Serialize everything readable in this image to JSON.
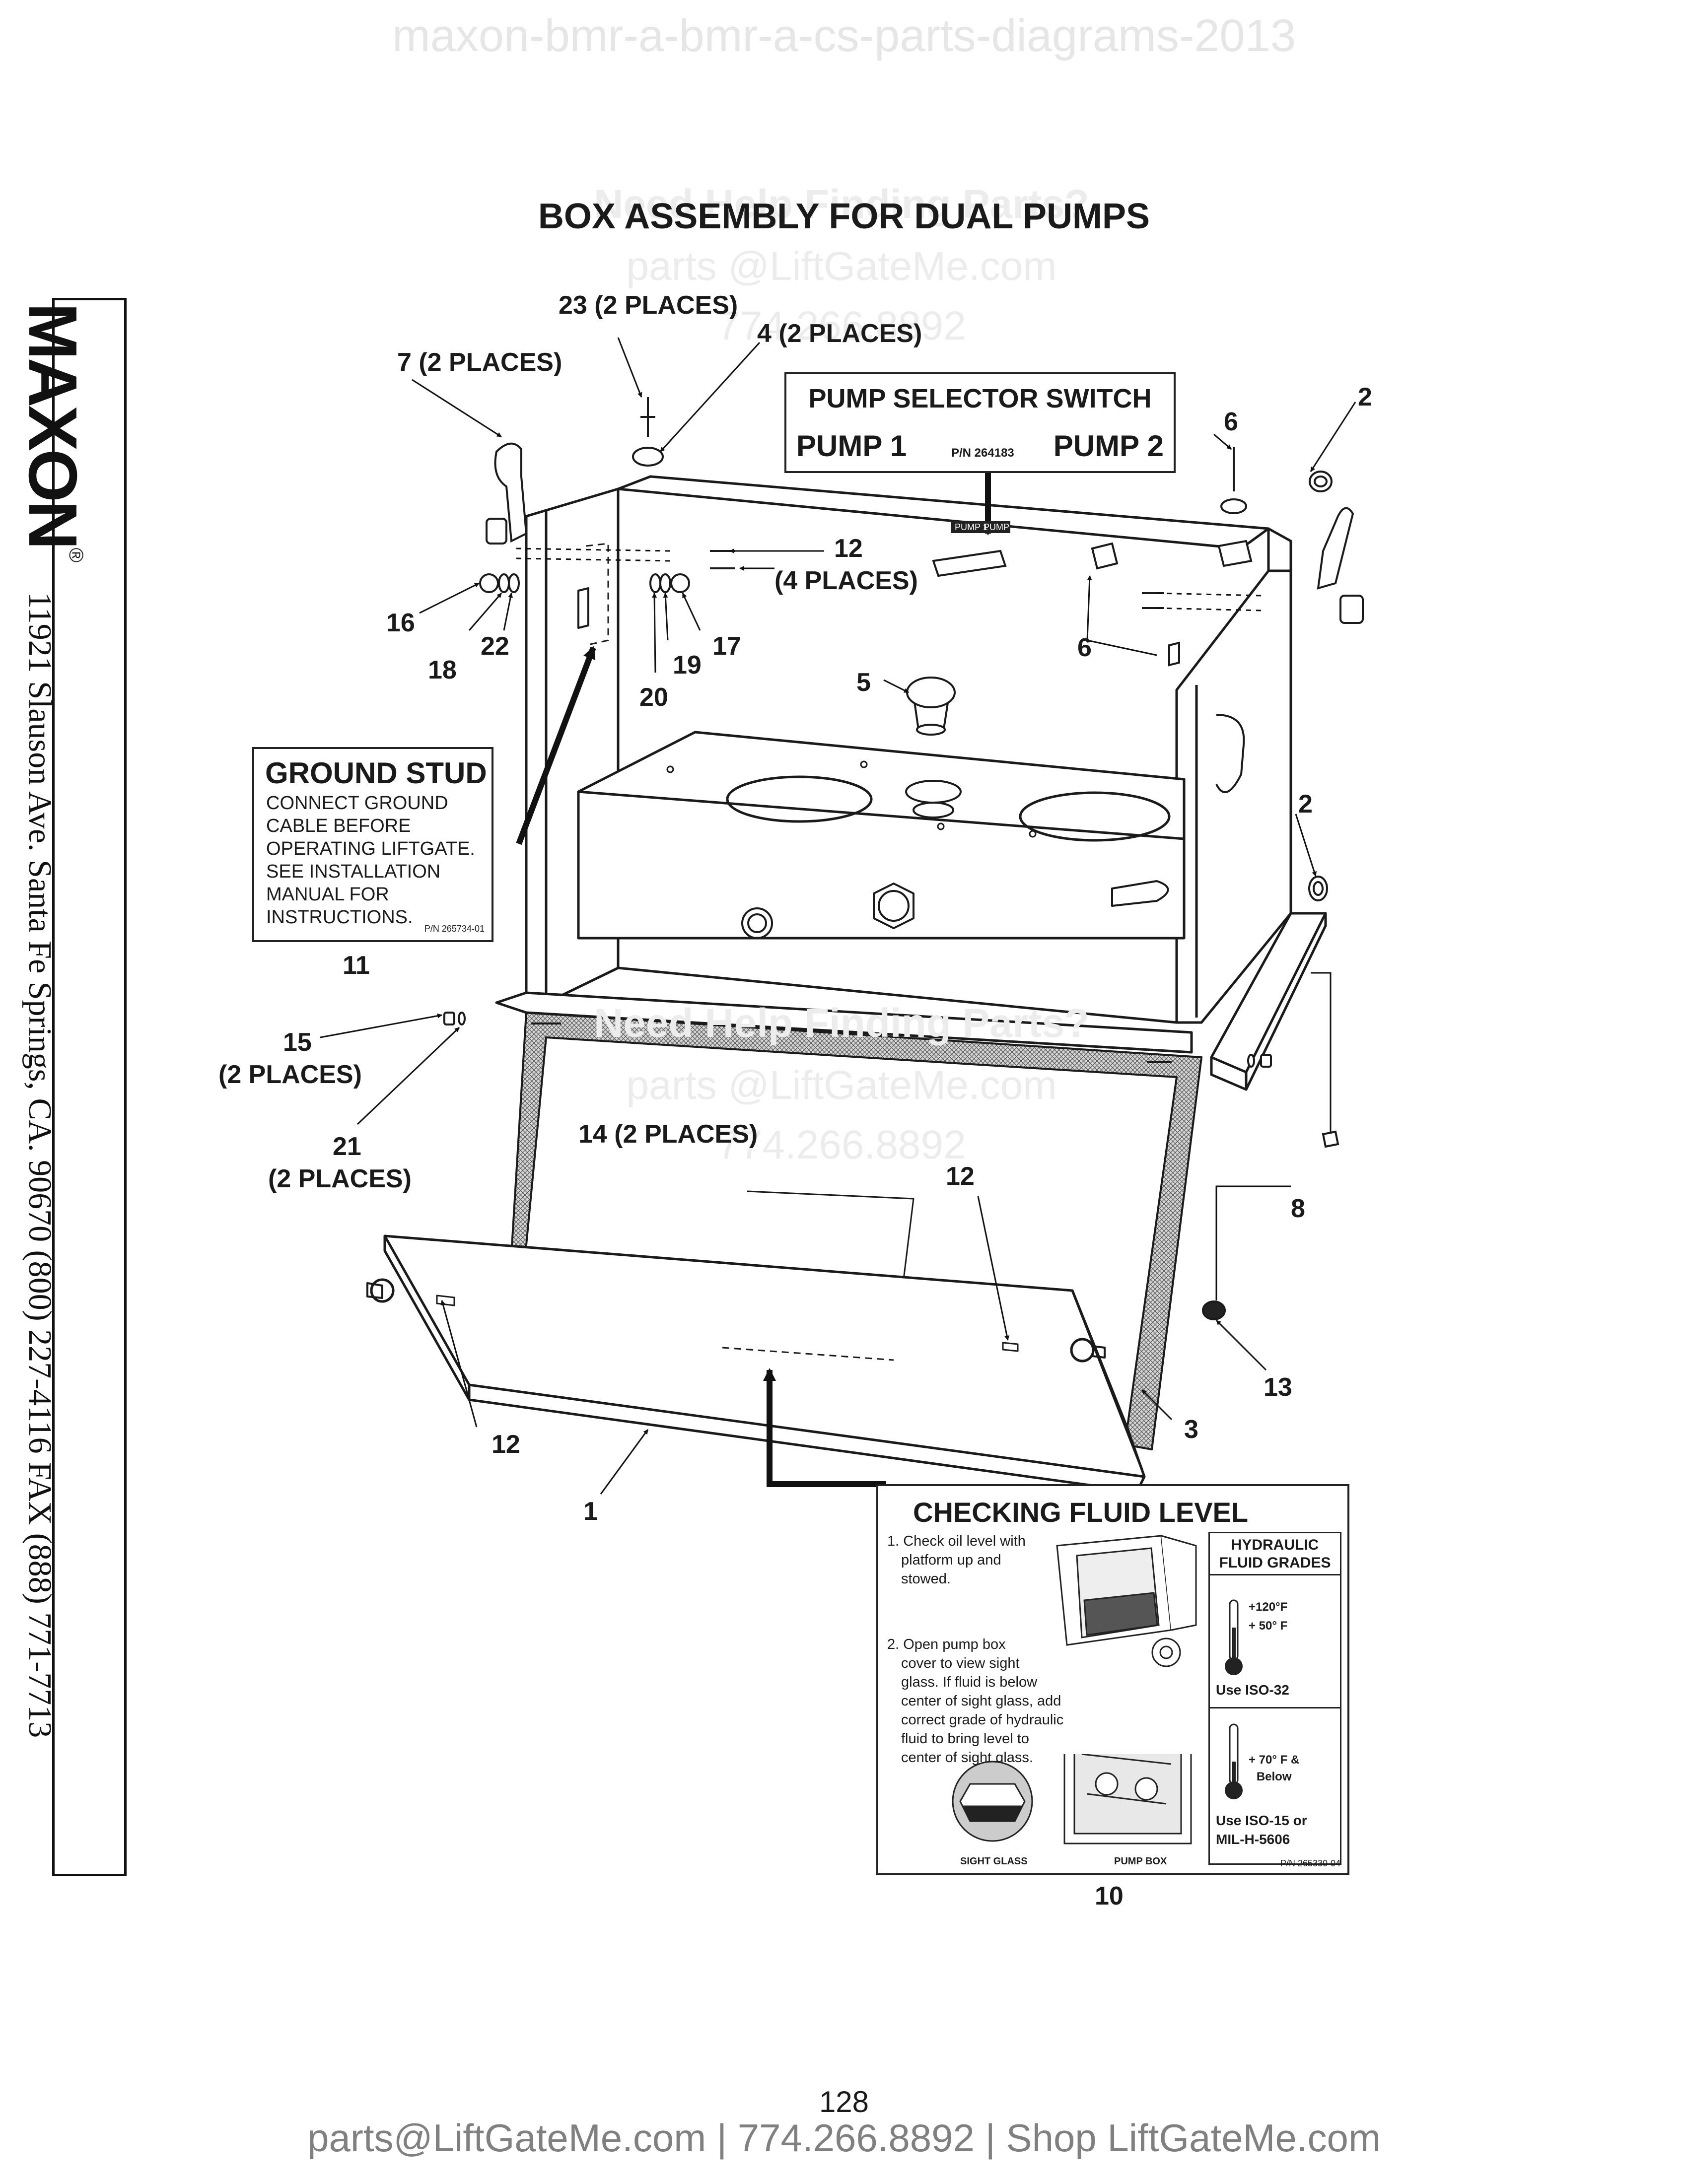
{
  "watermark_top": "maxon-bmr-a-bmr-a-cs-parts-diagrams-2013",
  "title": "BOX ASSEMBLY FOR DUAL PUMPS",
  "watermark_block": {
    "line1": "Need Help Finding Parts?",
    "line2": "parts @LiftGateMe.com",
    "line3": "774.266.8892"
  },
  "sidebar": {
    "logo": "MAXON",
    "registered": "®",
    "address": "11921 Slauson Ave.  Santa Fe Springs, CA.  90670  (800) 227-4116  FAX (888) 771-7713"
  },
  "pump_selector_label": {
    "title": "PUMP SELECTOR SWITCH",
    "pump1": "PUMP 1",
    "pump2": "PUMP 2",
    "part_number": "P/N 264183",
    "mini_pump1": "PUMP 1",
    "mini_pump2": "PUMP 2"
  },
  "ground_stud_label": {
    "title": "GROUND STUD",
    "lines": [
      "CONNECT GROUND",
      "CABLE BEFORE",
      "OPERATING LIFTGATE.",
      "SEE INSTALLATION",
      "MANUAL FOR",
      "INSTRUCTIONS."
    ],
    "part_number": "P/N 265734-01"
  },
  "fluid_label": {
    "title": "CHECKING FLUID LEVEL",
    "step1": [
      "1. Check oil level with",
      "platform up and",
      "stowed."
    ],
    "step2": [
      "2. Open pump box",
      "cover to view sight",
      "glass. If fluid is below",
      "center of sight glass, add",
      "correct grade of hydraulic",
      "fluid to bring level to",
      "center of sight glass."
    ],
    "grades_title": [
      "HYDRAULIC",
      "FLUID GRADES"
    ],
    "grade1_range": [
      "+120°F",
      "+ 50° F"
    ],
    "grade1_use": "Use ISO-32",
    "grade2_range": [
      "+ 70° F &",
      "Below"
    ],
    "grade2_use": [
      "Use ISO-15 or",
      "MIL-H-5606"
    ],
    "sight_glass": "SIGHT GLASS",
    "pump_box": "PUMP BOX",
    "part_number": "P/N 265330-04"
  },
  "callouts": {
    "c23": "23 (2 PLACES)",
    "c4": "4 (2 PLACES)",
    "c7": "7 (2 PLACES)",
    "c6a": "6",
    "c2a": "2",
    "c12a": "12",
    "c12a_places": "(4 PLACES)",
    "c16": "16",
    "c22": "22",
    "c18": "18",
    "c20": "20",
    "c19": "19",
    "c17": "17",
    "c6b": "6",
    "c5": "5",
    "c2b": "2",
    "c11": "11",
    "c15": "15",
    "c15_places": "(2 PLACES)",
    "c21": "21",
    "c21_places": "(2 PLACES)",
    "c14": "14 (2 PLACES)",
    "c12b": "12",
    "c8": "8",
    "c13": "13",
    "c3": "3",
    "c12c": "12",
    "c1": "1",
    "c10": "10"
  },
  "page_number": "128",
  "footer": "parts@LiftGateMe.com | 774.266.8892 | Shop LiftGateMe.com"
}
